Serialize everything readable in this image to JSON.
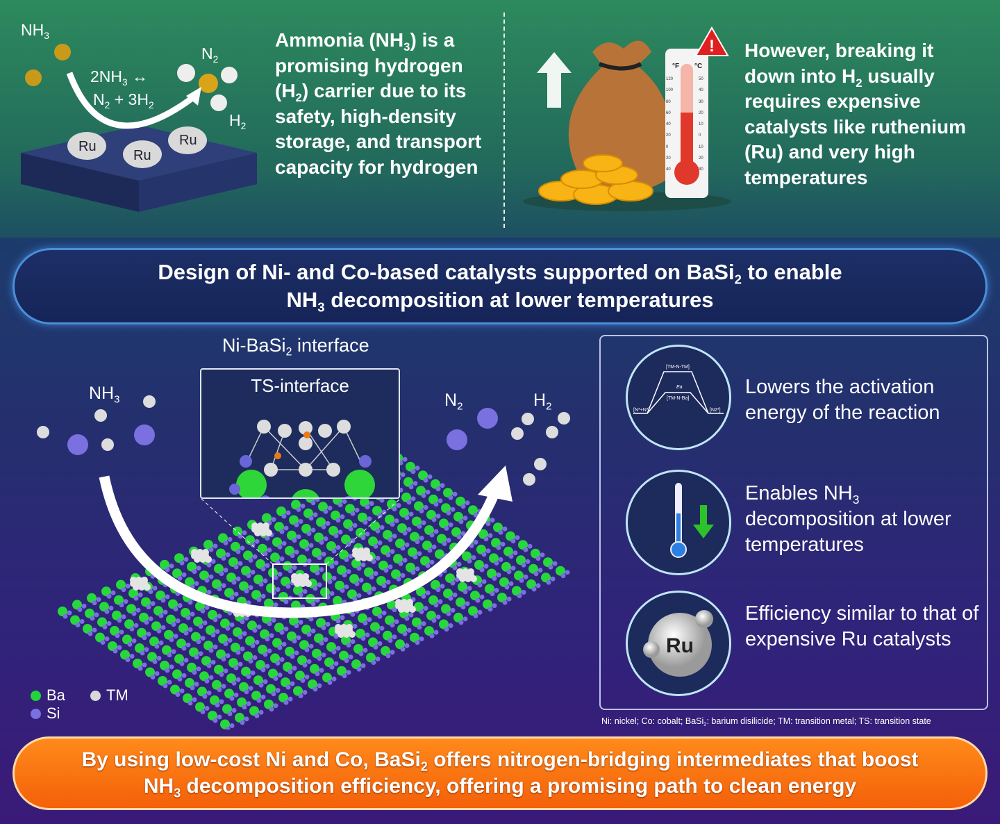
{
  "top_left": {
    "equation_line1": [
      "2NH",
      {
        "sub": "3"
      },
      " ↔"
    ],
    "equation_line2": [
      "N",
      {
        "sub": "2"
      },
      " + 3H",
      {
        "sub": "2"
      }
    ],
    "labels": {
      "nh3": [
        "NH",
        {
          "sub": "3"
        }
      ],
      "n2": [
        "N",
        {
          "sub": "2"
        }
      ],
      "h2": [
        "H",
        {
          "sub": "2"
        }
      ],
      "ru": "Ru"
    },
    "text": [
      "Ammonia (NH",
      {
        "sub": "3"
      },
      ") is a promising hydrogen (H",
      {
        "sub": "2"
      },
      ") carrier due to its safety, high-density storage, and transport capacity for hydrogen"
    ]
  },
  "top_right": {
    "thermometer": {
      "f_label": "°F",
      "c_label": "°C",
      "f_ticks": [
        "120",
        "100",
        "80",
        "60",
        "40",
        "20",
        "0",
        "20",
        "40"
      ],
      "c_ticks": [
        "50",
        "40",
        "30",
        "20",
        "10",
        "0",
        "10",
        "20",
        "30"
      ],
      "fill_level_f": 60
    },
    "text": [
      "However, breaking it down into H",
      {
        "sub": "2"
      },
      " usually requires expensive catalysts like ruthenium (Ru) and very high temperatures"
    ]
  },
  "banner": {
    "line1": [
      "Design of Ni- and Co-based catalysts supported on BaSi",
      {
        "sub": "2"
      },
      " to enable"
    ],
    "line2": [
      "NH",
      {
        "sub": "3"
      },
      " decomposition at lower temperatures"
    ]
  },
  "middle": {
    "interface_title": [
      "Ni-BaSi",
      {
        "sub": "2"
      },
      " interface"
    ],
    "inset_title": "TS-interface",
    "nh3": [
      "NH",
      {
        "sub": "3"
      }
    ],
    "n2": [
      "N",
      {
        "sub": "2"
      }
    ],
    "h2": [
      "H",
      {
        "sub": "2"
      }
    ],
    "legend": [
      {
        "label": "Ba",
        "color": "#22d43a"
      },
      {
        "label": "TM",
        "color": "#d8d8d8"
      },
      {
        "label": "Si",
        "color": "#7a70e0"
      }
    ]
  },
  "panel": {
    "items": [
      {
        "icon": "energy-diagram-icon",
        "text": [
          "Lowers the activation energy of the reaction"
        ],
        "diagram": {
          "top": "[TM-N-TM]",
          "mid": "[TM-N-Ba]",
          "ea": "Ea",
          "left": "[N*+N*]",
          "right": "[N2*]"
        }
      },
      {
        "icon": "thermometer-down-icon",
        "text": [
          "Enables NH",
          {
            "sub": "3"
          },
          " decomposition at lower temperatures"
        ]
      },
      {
        "icon": "ru-sphere-icon",
        "text": [
          "Efficiency similar to that of expensive Ru catalysts"
        ],
        "ru": "Ru"
      }
    ]
  },
  "footnote": [
    "Ni: nickel; Co: cobalt; BaSi",
    {
      "sub": "2"
    },
    ": barium disilicide; TM: transition metal; TS: transition state"
  ],
  "bottom": {
    "line1": [
      "By using low-cost Ni and Co, BaSi",
      {
        "sub": "2"
      },
      " offers nitrogen-bridging intermediates that boost"
    ],
    "line2": [
      "NH",
      {
        "sub": "3"
      },
      " decomposition efficiency, offering a promising path to clean energy"
    ]
  },
  "colors": {
    "top_green": "#2d8a5d",
    "banner_border": "#4a8fd8",
    "bottom_orange": "#f4600a",
    "ba_green": "#22d43a",
    "si_blue": "#7a70e0"
  }
}
